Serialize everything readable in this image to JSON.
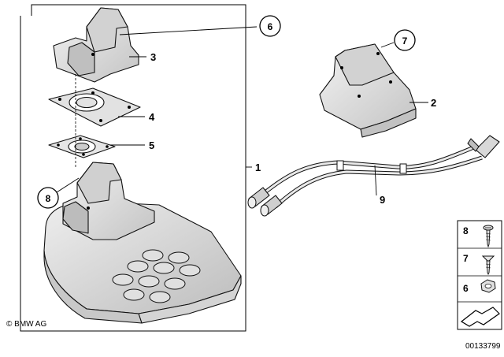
{
  "callouts": {
    "c1": "1",
    "c2": "2",
    "c3": "3",
    "c4": "4",
    "c5": "5",
    "c6": "6",
    "c7": "7",
    "c8": "8",
    "c9": "9"
  },
  "legend": {
    "row8": "8",
    "row7": "7",
    "row6": "6"
  },
  "copyright": "© BMW AG",
  "drawing_number": "00133799",
  "colors": {
    "part_fill": "#e6e6e6",
    "part_shade": "#c8c8c8",
    "line": "#000000"
  }
}
